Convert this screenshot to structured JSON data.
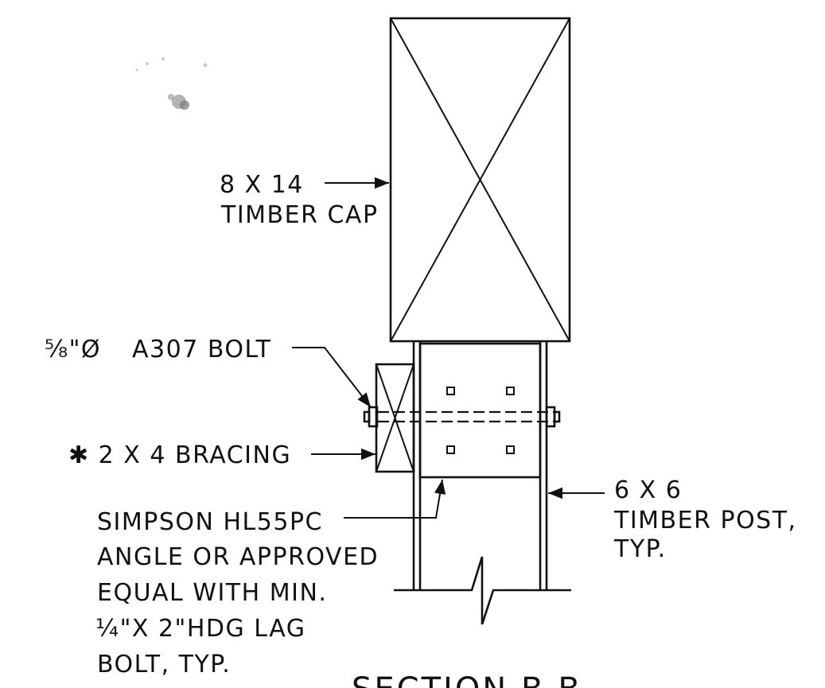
{
  "drawing": {
    "title": "SECTION B-B",
    "labels": {
      "timber_cap_line1": "8 X 14",
      "timber_cap_line2": "TIMBER CAP",
      "bolt_prefix": "⅝\"Ø",
      "bolt_text": "A307 BOLT",
      "bracing": "✱ 2 X 4 BRACING",
      "simpson_line1": "SIMPSON HL55PC",
      "simpson_line2": "ANGLE OR APPROVED",
      "simpson_line3": "EQUAL WITH MIN.",
      "simpson_line4": "¼\"X 2\"HDG LAG",
      "simpson_line5": "BOLT, TYP.",
      "post_line1": "6 X 6",
      "post_line2": "TIMBER POST,",
      "post_line3": "TYP."
    }
  }
}
